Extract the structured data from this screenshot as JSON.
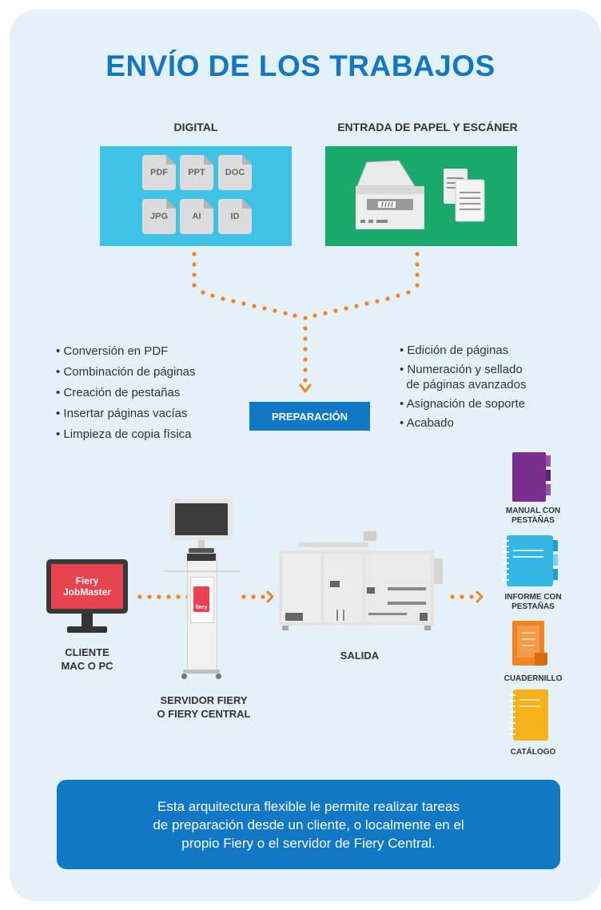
{
  "title": "ENVÍO DE LOS TRABAJOS",
  "digital": {
    "label": "DIGITAL",
    "files": [
      "PDF",
      "PPT",
      "DOC",
      "JPG",
      "AI",
      "ID"
    ]
  },
  "paper": {
    "label": "ENTRADA DE PAPEL Y ESCÁNER"
  },
  "left_list": [
    "• Conversión en PDF",
    "• Combinación de páginas",
    "• Creación de pestañas",
    "• Insertar páginas vacías",
    "• Limpieza de copia física"
  ],
  "right_list": [
    "• Edición de páginas",
    "• Numeración y sellado",
    "  de páginas avanzados",
    "• Asignación de soporte",
    "• Acabado"
  ],
  "preparation": "PREPARACIÓN",
  "client": {
    "screen_line1": "Fiery",
    "screen_line2": "JobMaster",
    "label_line1": "CLIENTE",
    "label_line2": "MAC O PC"
  },
  "server": {
    "badge": "fiery",
    "label_line1": "SERVIDOR FIERY",
    "label_line2": "O FIERY CENTRAL"
  },
  "output": {
    "label": "SALIDA"
  },
  "products": [
    {
      "line1": "MANUAL CON",
      "line2": "PESTAÑAS"
    },
    {
      "line1": "INFORME CON",
      "line2": "PESTAÑAS"
    },
    {
      "line1": "CUADERNILLO",
      "line2": ""
    },
    {
      "line1": "CATÁLOGO",
      "line2": ""
    }
  ],
  "note": [
    "Esta arquitectura flexible le permite realizar tareas",
    "de preparación desde un cliente, o localmente en el",
    "propio Fiery o el servidor de Fiery Central."
  ],
  "colors": {
    "background": "#e5f1f9",
    "accent_blue": "#1278c5",
    "digital_panel": "#3ec2e6",
    "paper_panel": "#19a96a",
    "dots": "#f58220",
    "monitor_screen": "#e8434e",
    "manual": "#7a2e8e",
    "report": "#35b7e4",
    "booklet": "#f58220",
    "catalog": "#f6b21b"
  },
  "icons": [
    "file-icon",
    "scanner-icon",
    "paper-stack-icon",
    "monitor-icon",
    "server-icon",
    "printer-icon",
    "binder-icon",
    "notebook-icon",
    "booklet-icon",
    "catalog-icon",
    "arrow-icon"
  ]
}
